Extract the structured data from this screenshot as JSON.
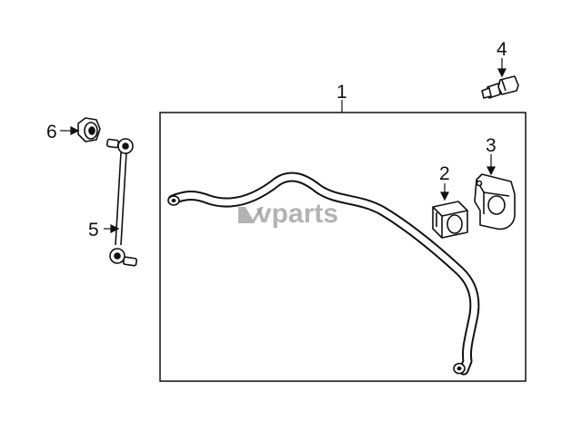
{
  "diagram": {
    "watermark": "vparts",
    "callouts": [
      "1",
      "2",
      "3",
      "4",
      "5",
      "6"
    ],
    "colors": {
      "line": "#111111",
      "background": "#ffffff",
      "watermark": "#9a9a9a"
    }
  }
}
